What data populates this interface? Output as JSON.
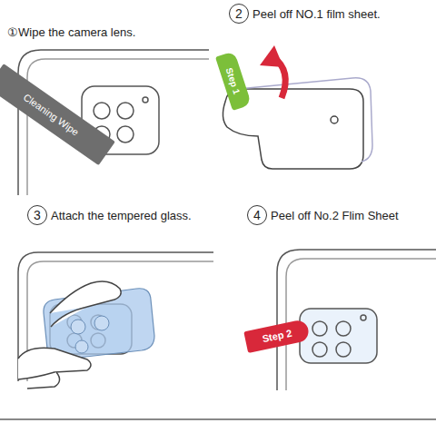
{
  "diagram": {
    "nodes": [
      {
        "text": [
          "Cleaning Wipe"
        ]
      },
      {
        "text": [
          "2"
        ]
      },
      {
        "text": [
          "Step 1"
        ]
      },
      {
        "text": [
          "3"
        ]
      },
      {
        "text": [
          "4"
        ]
      },
      {
        "text": [
          "Step 2"
        ]
      }
    ],
    "labels": [
      "①Wipe the camera lens.",
      "Peel off NO.1 film sheet.",
      "Attach the tempered glass.",
      "Peel off No.2 Flim Sheet"
    ]
  }
}
